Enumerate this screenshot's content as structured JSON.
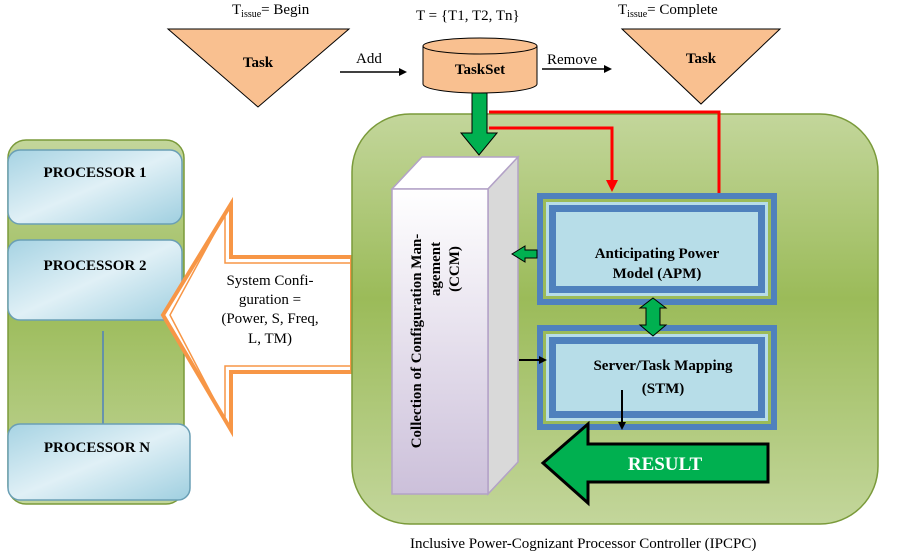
{
  "top": {
    "begin_label_main": "T",
    "begin_label_sub": "issue",
    "begin_label_rest": "= Begin",
    "set_label": "T = {T1, T2, Tn}",
    "complete_label_main": "T",
    "complete_label_sub": "issue",
    "complete_label_rest": "= Complete",
    "task_in": "Task",
    "task_out": "Task",
    "taskset": "TaskSet",
    "add": "Add",
    "remove": "Remove"
  },
  "processors": {
    "items": [
      "PROCESSOR 1",
      "PROCESSOR 2",
      "PROCESSOR N"
    ]
  },
  "config_arrow": {
    "lines": [
      "System Confi-",
      "guration =",
      "(Power, S, Freq,",
      "L, TM)"
    ]
  },
  "controller": {
    "ccm_lines": [
      "Collection of Configuration Man-",
      "agement",
      "(CCM)"
    ],
    "apm_lines": [
      "Anticipating Power",
      "Model (APM)"
    ],
    "stm_lines": [
      "Server/Task Mapping",
      "(STM)"
    ],
    "result": "RESULT",
    "caption": "Inclusive Power-Cognizant Processor Controller (IPCPC)"
  },
  "colors": {
    "task_fill": "#f9c090",
    "green_panel": "#a6c460",
    "green_arrow": "#00b050",
    "red_line": "#ff0000",
    "blue_frame": "#4f81bd",
    "light_blue": "#b7dde8",
    "orange_arrow": "#f79646",
    "ccm_fill": "#e6e0ec"
  }
}
